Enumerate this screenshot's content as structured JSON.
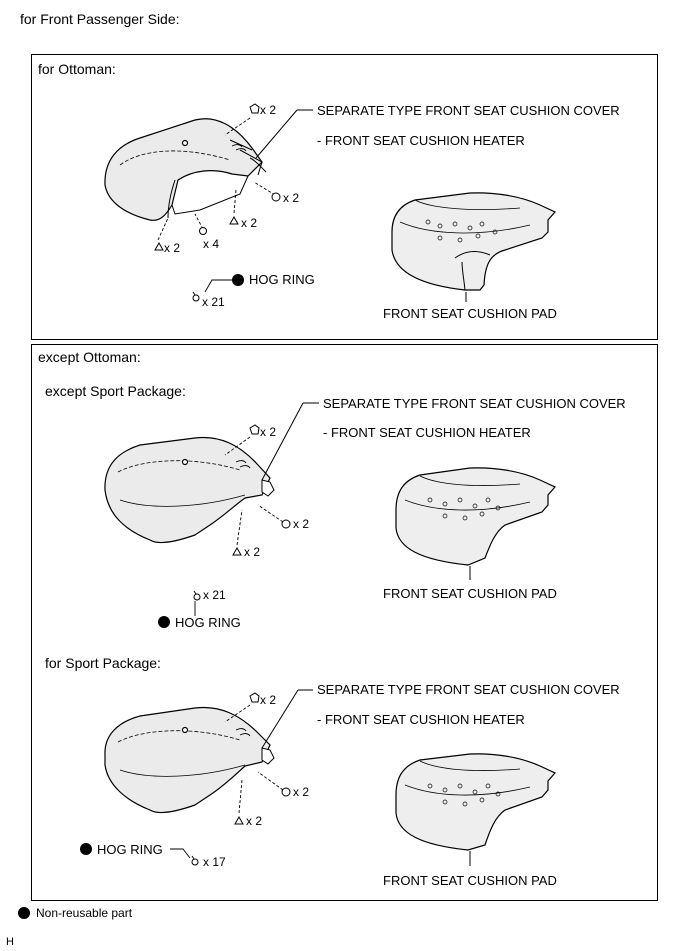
{
  "header": {
    "title": "for Front Passenger Side:"
  },
  "ottoman_panel": {
    "heading": "for Ottoman:",
    "cover_label": "SEPARATE TYPE FRONT SEAT CUSHION COVER",
    "heater_label": "- FRONT SEAT CUSHION HEATER",
    "pad_label": "FRONT SEAT CUSHION PAD",
    "hog_ring_label": "HOG RING",
    "qty_top": "x 2",
    "qty_right": "x 2",
    "qty_mid": "x 2",
    "qty_left": "x 2",
    "qty_clip": "x 4",
    "qty_hog": "x 21"
  },
  "except_panel": {
    "heading": "except Ottoman:",
    "no_sport": {
      "heading": "except Sport Package:",
      "cover_label": "SEPARATE TYPE FRONT SEAT CUSHION COVER",
      "heater_label": "- FRONT SEAT CUSHION HEATER",
      "pad_label": "FRONT SEAT CUSHION PAD",
      "hog_ring_label": "HOG RING",
      "qty_top": "x 2",
      "qty_right": "x 2",
      "qty_mid": "x 2",
      "qty_hog": "x 21"
    },
    "sport": {
      "heading": "for Sport Package:",
      "cover_label": "SEPARATE TYPE FRONT SEAT CUSHION COVER",
      "heater_label": "- FRONT SEAT CUSHION HEATER",
      "pad_label": "FRONT SEAT CUSHION PAD",
      "hog_ring_label": "HOG RING",
      "qty_top": "x 2",
      "qty_right": "x 2",
      "qty_mid": "x 2",
      "qty_hog": "x 17"
    }
  },
  "legend": {
    "non_reusable": "Non-reusable part"
  },
  "footer": {
    "code": "H"
  }
}
